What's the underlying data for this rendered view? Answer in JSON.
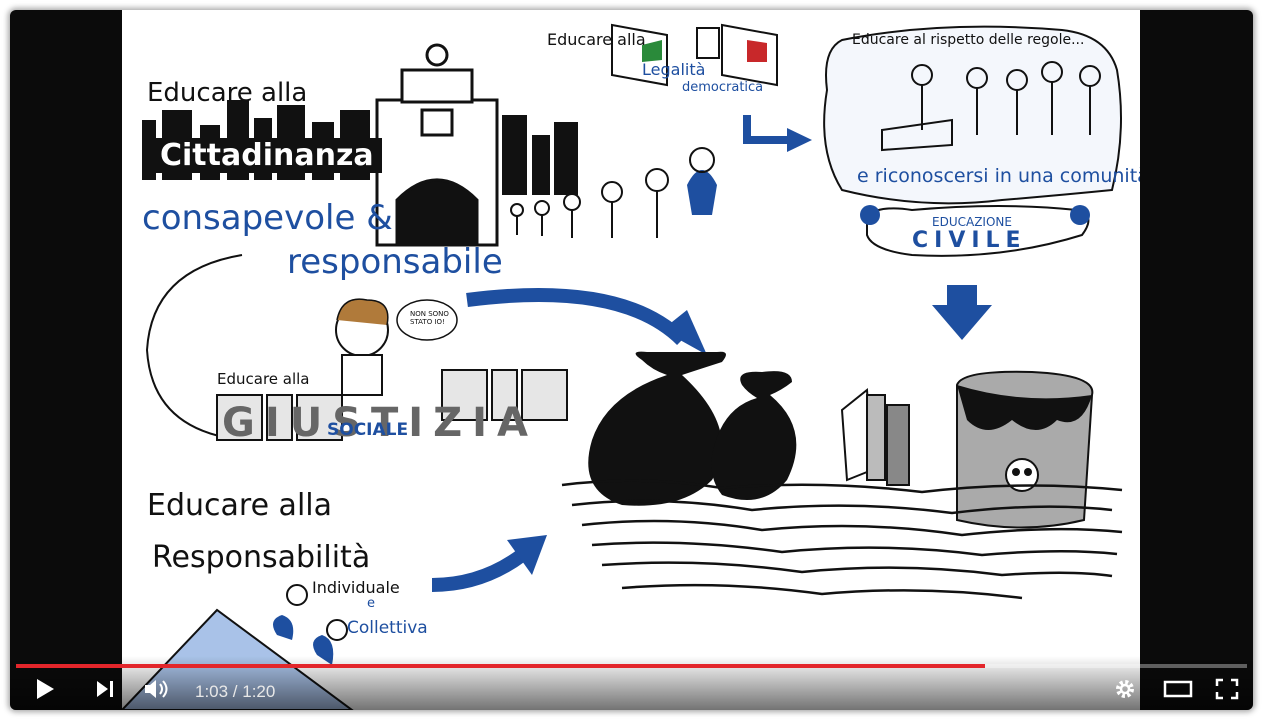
{
  "video": {
    "panels": {
      "cittadinanza": {
        "line1": "Educare alla",
        "line2": "Cittadinanza",
        "line3": "consapevole &",
        "line4": "responsabile"
      },
      "legalita": {
        "line1": "Educare alla",
        "line2": "Legalità",
        "line3": "democratica"
      },
      "regole": {
        "line1": "Educare al rispetto delle regole...",
        "line2": "e riconoscersi in una comunità",
        "badge_top": "EDUCAZIONE",
        "badge_bottom": "CIVILE"
      },
      "giustizia": {
        "line1": "Educare alla",
        "word": "GIUSTIZIA",
        "sub": "SOCIALE",
        "speech": "NON SONO STATO IO!"
      },
      "responsabilita": {
        "line1": "Educare alla",
        "line2": "Responsabilità",
        "line3": "Individuale",
        "line4": "e",
        "line5": "Collettiva"
      }
    }
  },
  "player": {
    "current_time": "1:03",
    "duration": "1:20",
    "time_display": "1:03 / 1:20",
    "progress_fraction": 0.7875,
    "accent_color": "#e3262b",
    "icons": [
      "play-icon",
      "next-icon",
      "volume-icon",
      "settings-icon",
      "theater-icon",
      "fullscreen-icon"
    ]
  }
}
